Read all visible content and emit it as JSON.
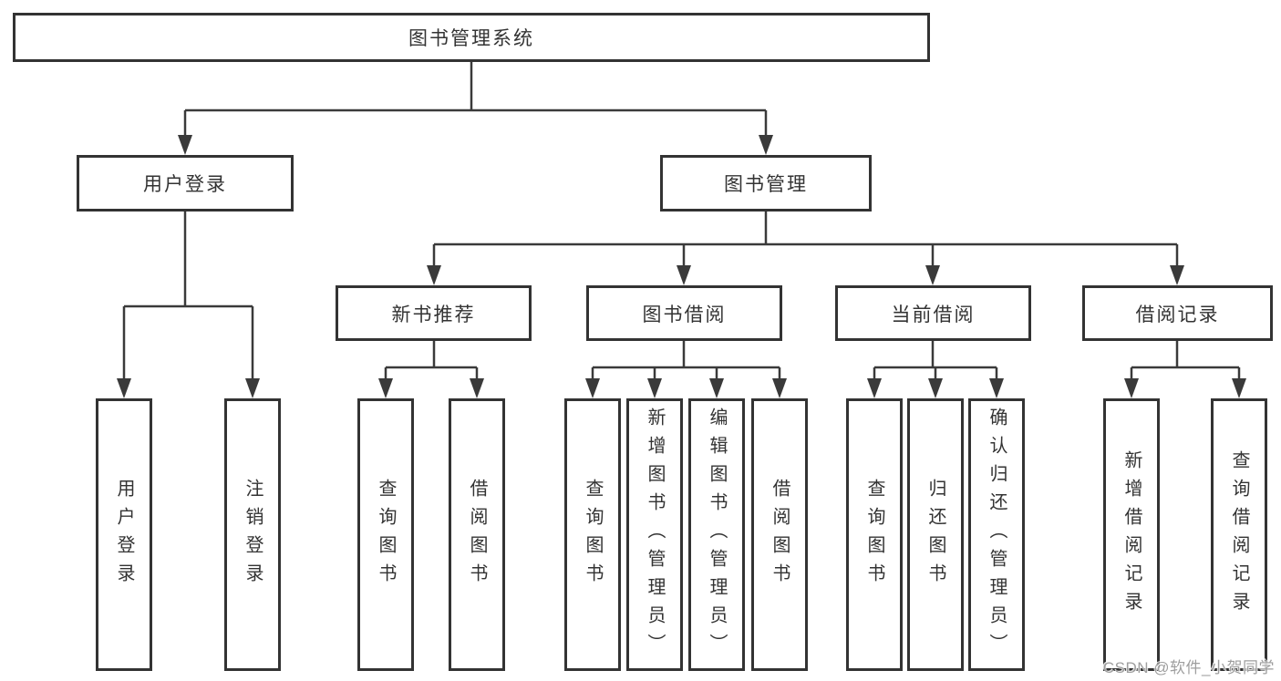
{
  "nodes": {
    "root": {
      "label": "图书管理系统"
    },
    "user_login": {
      "label": "用户登录"
    },
    "book_mgmt": {
      "label": "图书管理"
    },
    "new_book_rec": {
      "label": "新书推荐"
    },
    "book_borrow": {
      "label": "图书借阅"
    },
    "current_borrow": {
      "label": "当前借阅"
    },
    "borrow_record": {
      "label": "借阅记录"
    },
    "leaf_user_login": {
      "label": "用户登录"
    },
    "leaf_logout": {
      "label": "注销登录"
    },
    "leaf_nbr_query_book": {
      "label": "查询图书"
    },
    "leaf_nbr_borrow_book": {
      "label": "借阅图书"
    },
    "leaf_bb_query_book": {
      "label": "查询图书"
    },
    "leaf_bb_add_book": {
      "label": "新增图书（管理员）"
    },
    "leaf_bb_edit_book": {
      "label": "编辑图书（管理员）"
    },
    "leaf_bb_borrow_book": {
      "label": "借阅图书"
    },
    "leaf_cb_query_book": {
      "label": "查询图书"
    },
    "leaf_cb_return_book": {
      "label": "归还图书"
    },
    "leaf_cb_confirm_return": {
      "label": "确认归还（管理员）"
    },
    "leaf_br_add_record": {
      "label": "新增借阅记录"
    },
    "leaf_br_query_record": {
      "label": "查询借阅记录"
    }
  },
  "watermark": {
    "text": "CSDN @软件_小贺同学"
  },
  "colors": {
    "line": "#3a3a3a",
    "box_border": "#333333",
    "box_fill": "#ffffff",
    "text": "#333333",
    "watermark": "#9e9e9e",
    "background": "#ffffff"
  }
}
